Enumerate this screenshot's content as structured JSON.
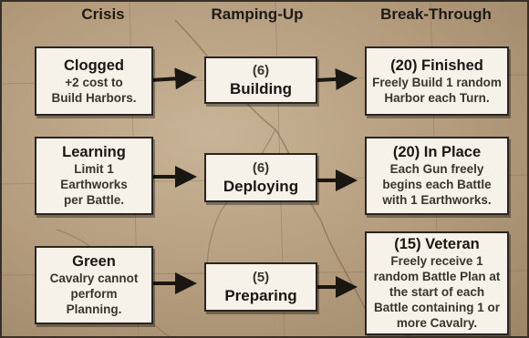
{
  "headers": {
    "crisis": "Crisis",
    "ramping": "Ramping-Up",
    "breakthrough": "Break-Through"
  },
  "rows": [
    {
      "crisis": {
        "title": "Clogged",
        "desc": [
          "+2 cost to",
          "Build Harbors."
        ]
      },
      "ramping": {
        "num": "(6)",
        "title": "Building"
      },
      "breakthrough": {
        "title": "(20) Finished",
        "desc": [
          "Freely Build 1 random",
          "Harbor each Turn."
        ]
      }
    },
    {
      "crisis": {
        "title": "Learning",
        "desc": [
          "Limit 1",
          "Earthworks",
          "per Battle."
        ]
      },
      "ramping": {
        "num": "(6)",
        "title": "Deploying"
      },
      "breakthrough": {
        "title": "(20) In Place",
        "desc": [
          "Each Gun freely",
          "begins each Battle",
          "with 1 Earthworks."
        ]
      }
    },
    {
      "crisis": {
        "title": "Green",
        "desc": [
          "Cavalry cannot",
          "perform",
          "Planning."
        ]
      },
      "ramping": {
        "num": "(5)",
        "title": "Preparing"
      },
      "breakthrough": {
        "title": "(15) Veteran",
        "desc": [
          "Freely receive 1",
          "random Battle Plan at",
          "the start of each",
          "Battle containing 1 or",
          "more Cavalry."
        ]
      }
    }
  ],
  "colors": {
    "background": "#b39b7c",
    "box": "#f6f2ea",
    "border": "#2a2520",
    "arrow": "#1a1612"
  }
}
